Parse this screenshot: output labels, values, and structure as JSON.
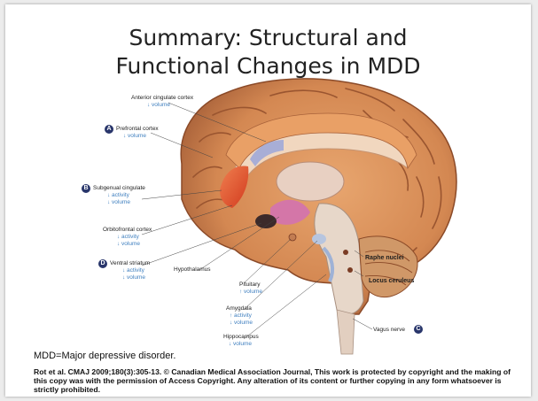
{
  "title": {
    "line1": "Summary: Structural and",
    "line2": "Functional Changes in MDD"
  },
  "labels": {
    "anterior_cingulate": {
      "name": "Anterior cingulate cortex",
      "change": "↓ volume"
    },
    "prefrontal": {
      "badge": "A",
      "name": "Prefrontal cortex",
      "change": "↓ volume"
    },
    "subgenual": {
      "badge": "B",
      "name": "Subgenual cingulate",
      "change1": "↓ activity",
      "change2": "↓ volume"
    },
    "orbitofrontal": {
      "name": "Orbitofrontal cortex",
      "change1": "↓ activity",
      "change2": "↓ volume"
    },
    "ventral_striatum": {
      "badge": "D",
      "name": "Ventral striatum",
      "change1": "↓ activity",
      "change2": "↓ volume"
    },
    "hypothalamus": {
      "name": "Hypothalamus"
    },
    "pituitary": {
      "name": "Pituitary",
      "change": "↑ volume"
    },
    "amygdala": {
      "name": "Amygdala",
      "change1": "↑ activity",
      "change2": "↓ volume"
    },
    "hippocampus": {
      "name": "Hippocampus",
      "change": "↓ volume"
    },
    "raphe": {
      "name": "Raphe nuclei"
    },
    "locus": {
      "name": "Locus ceruleus"
    },
    "vagus": {
      "name": "Vagus nerve",
      "badge": "C"
    }
  },
  "footnote": "MDD=Major depressive disorder.",
  "citation": "Rot et al. CMAJ 2009;180(3):305-13. © Canadian Medical Association Journal, This work is protected by copyright and the making of this copy was with the permission of Access Copyright. Any alteration of its content or further copying in any form whatsoever is strictly prohibited.",
  "colors": {
    "brain": "#d9935c",
    "brain_dark": "#a9623a",
    "highlight_red": "#e5532c",
    "badge": "#29366b",
    "label_blue": "#3f7fbf"
  }
}
